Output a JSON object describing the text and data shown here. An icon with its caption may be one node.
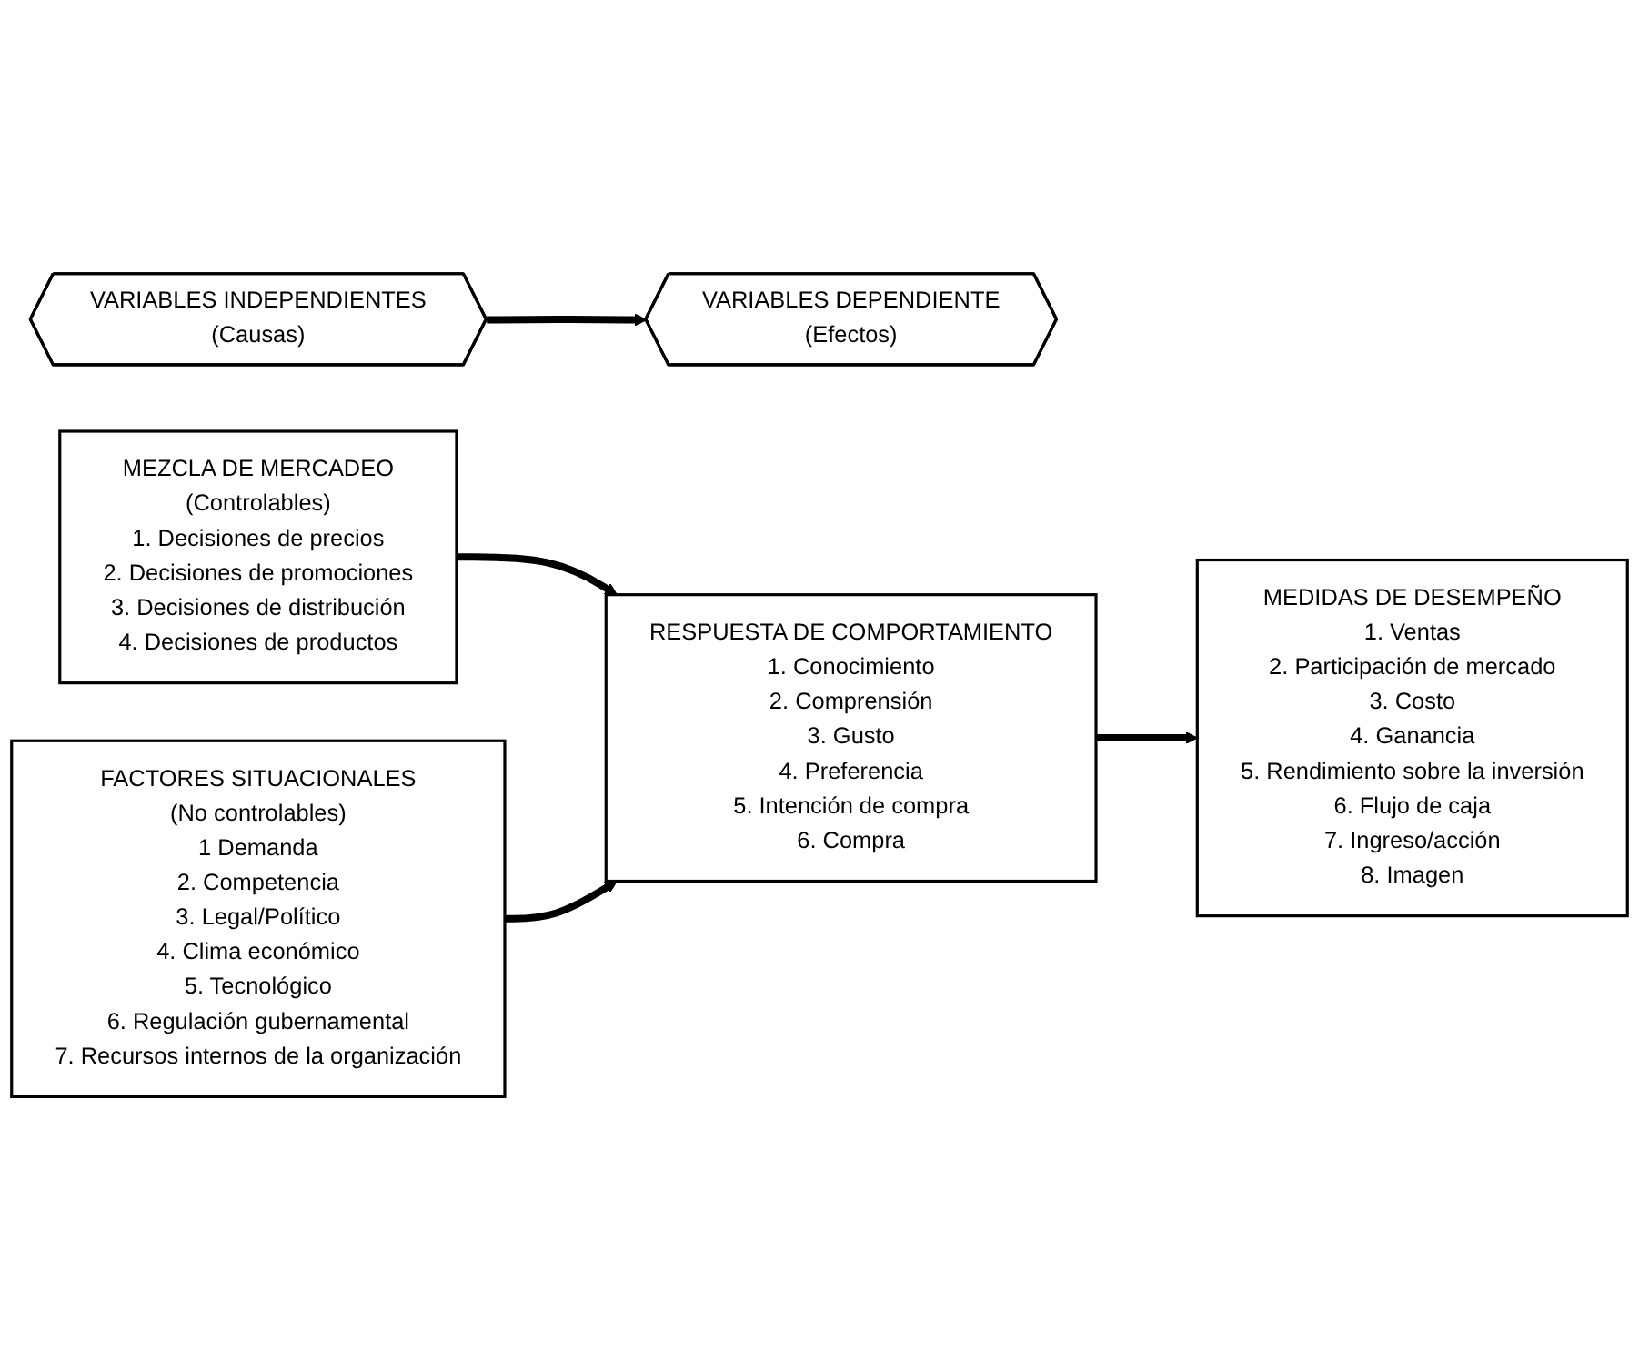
{
  "diagram": {
    "nodes": [
      {
        "text": [
          "VARIABLES INDEPENDIENTES",
          "(Causas)"
        ]
      },
      {
        "text": [
          "VARIABLES DEPENDIENTE",
          "(Efectos)"
        ]
      },
      {
        "text": [
          "MEZCLA DE MERCADEO",
          "(Controlables)",
          "1. Decisiones de precios",
          "2. Decisiones de promociones",
          "3. Decisiones de distribución",
          "4. Decisiones de productos"
        ]
      },
      {
        "text": [
          "RESPUESTA DE COMPORTAMIENTO",
          "1. Conocimiento",
          "2. Comprensión",
          "3. Gusto",
          "4. Preferencia",
          "5. Intención de compra",
          "6. Compra"
        ]
      },
      {
        "text": [
          "FACTORES SITUACIONALES",
          "(No controlables)",
          "1 Demanda",
          "2. Competencia",
          "3. Legal/Político",
          "4. Clima económico",
          "5. Tecnológico",
          "6. Regulación gubernamental",
          "7. Recursos internos de la organización"
        ]
      },
      {
        "text": [
          "MEDIDAS DE DESEMPEÑO",
          "1. Ventas",
          "2. Participación de mercado",
          "3. Costo",
          "4. Ganancia",
          "5. Rendimiento sobre la inversión",
          "6. Flujo de caja",
          "7. Ingreso/acción",
          "8. Imagen"
        ]
      }
    ],
    "edges": [
      {
        "from": 0,
        "to": 1,
        "arrow": "to"
      },
      {
        "from": 2,
        "to": 3,
        "arrow": "to"
      },
      {
        "from": 4,
        "to": 3,
        "arrow": "to"
      },
      {
        "from": 3,
        "to": 5,
        "arrow": "to"
      }
    ]
  }
}
